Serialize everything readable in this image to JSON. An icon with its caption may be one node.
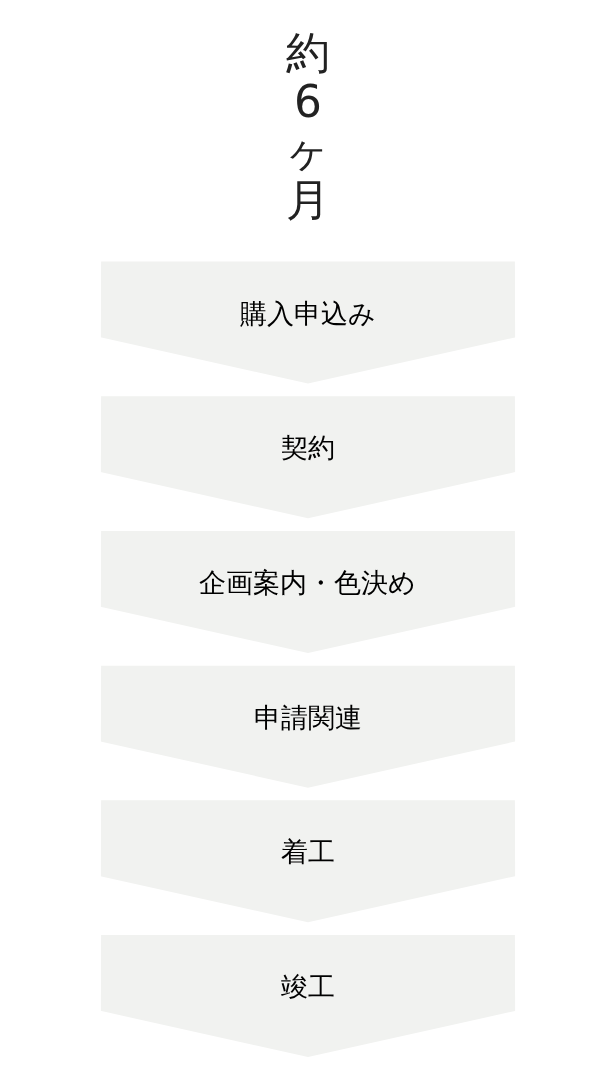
{
  "diagram": {
    "nodes": [
      {
        "text": [
          "購入申込み"
        ]
      },
      {
        "text": [
          "契約"
        ]
      },
      {
        "text": [
          "企画案内・色決め"
        ]
      },
      {
        "text": [
          "申請関連"
        ]
      },
      {
        "text": [
          "着工"
        ]
      },
      {
        "text": [
          "竣工"
        ]
      }
    ],
    "labels": [
      "約6ヶ月"
    ]
  }
}
